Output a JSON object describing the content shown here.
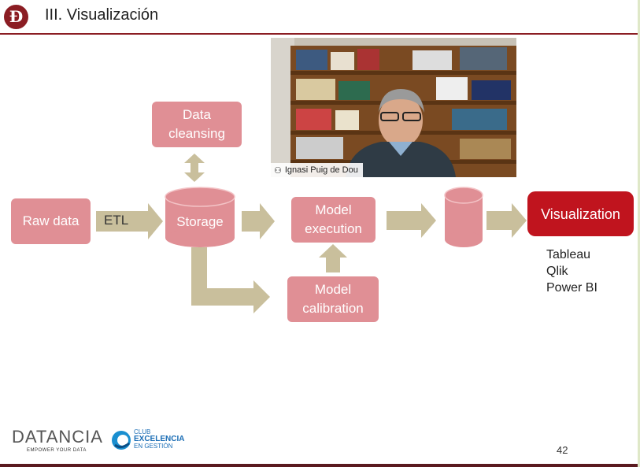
{
  "slide": {
    "logo_letter": "Đ",
    "title": "III. Visualización",
    "page_number": "42"
  },
  "diagram": {
    "raw_data": "Raw data",
    "etl": "ETL",
    "storage": "Storage",
    "data_cleansing": "Data\ncleansing",
    "model_execution": "Model\nexecution",
    "model_calibration": "Model\ncalibration",
    "visualization": "Visualization",
    "tools": [
      "Tableau",
      "Qlik",
      "Power BI"
    ]
  },
  "video": {
    "participant_name": "Ignasi Puig de Dou"
  },
  "footer": {
    "brand": "DATANCIA",
    "brand_tagline": "EMPOWER YOUR DATA",
    "club_line1": "CLUB",
    "club_line2": "EXCELENCIA",
    "club_line3": "EN GESTIÓN"
  },
  "colors": {
    "accent": "#8b1d23",
    "box_fill": "#e08f95",
    "highlight": "#c0141e",
    "arrow": "#c9bf9c"
  }
}
